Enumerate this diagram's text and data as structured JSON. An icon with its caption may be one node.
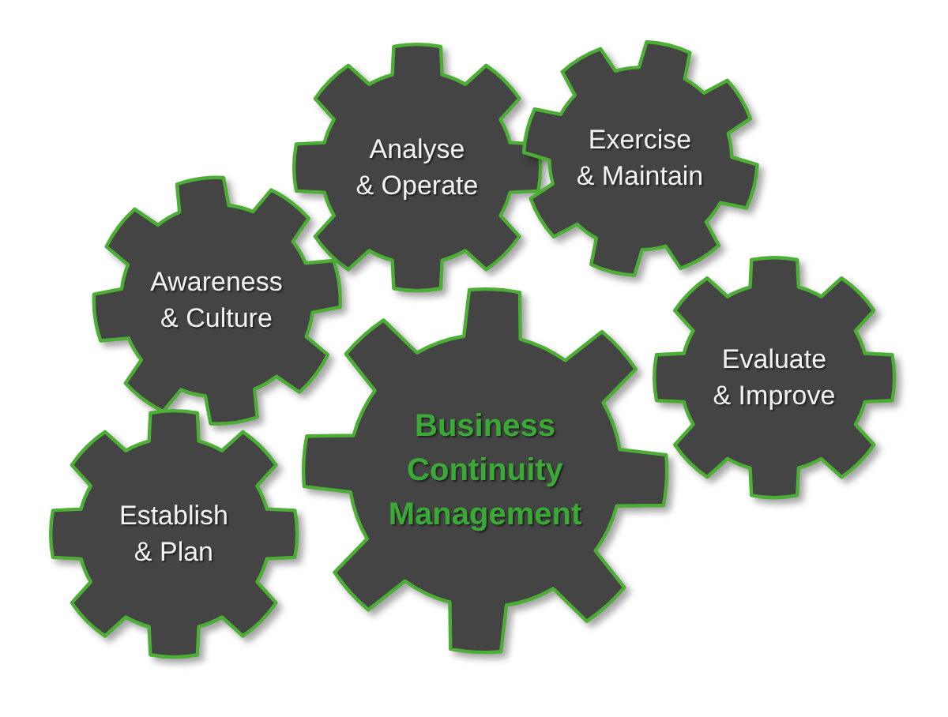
{
  "diagram": {
    "nodes": [
      {
        "text": [
          "Analyse & Operate"
        ]
      },
      {
        "text": [
          "Exercise & Maintain"
        ]
      },
      {
        "text": [
          "Awareness & Culture"
        ]
      },
      {
        "text": [
          "Evaluate & Improve"
        ]
      },
      {
        "text": [
          "Business Continuity Management"
        ]
      },
      {
        "text": [
          "Establish & Plan"
        ]
      }
    ]
  }
}
